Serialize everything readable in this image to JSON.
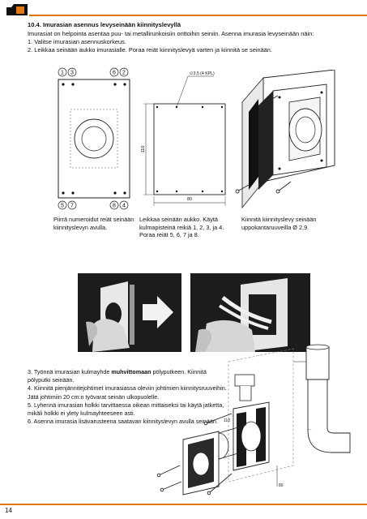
{
  "header": {
    "accent_color": "#e07a10"
  },
  "section": {
    "heading": "10.4. Imurasian asennus levyseinään kiinnityslevyllä",
    "intro_lines": [
      "Imurasiat on helpointa asentaa puu- tai metallirunkoisiin onttoihin seiniin. Asenna imurasia levyseinään näin:",
      "1. Valitse imurasian asennuskorkeus.",
      "2. Leikkaa seinään aukko imurasialle. Poraa reiät kiinnityslevyä varten ja kiinnitä se seinään."
    ]
  },
  "diagram1": {
    "numbers_top": [
      "1",
      "3",
      "6",
      "2"
    ],
    "numbers_bottom": [
      "5",
      "7",
      "8",
      "4"
    ]
  },
  "diagram2": {
    "hole_label": "∅3,5 (4 KPL)",
    "height_label": "110",
    "width_label": "80"
  },
  "captions": {
    "c1": "Piirrä numeroidut reiät seinään kiinnityslevyn avulla.",
    "c2": "Leikkaa seinään aukko. Käytä kulmapisteinä reikiä 1, 2, 3, ja 4. Poraa reiät 5, 6, 7 ja 8.",
    "c3": "Kiinnitä kiinnityslevy seinään uppokantaruuveilla Ø 2,9."
  },
  "steps": {
    "s3_pre": "3. Työnnä imurasian kulmayhde ",
    "s3_bold": "muhvittomaan",
    "s3_post": " pölyputkeen. Kiinnitä pölyputki seinään.",
    "s4": "4. Kiinnitä pienjännitejohtimet imurasiassa oleviin johtimien kiinnitysruuveihin. Jätä johtimiin 20 cm:n työvarat seinän ulkopuolelle.",
    "s5": "5. Lyhennä imurasian holkki tarvittaessa oikean mittaiseksi tai käytä jatketta, mikäli holkki ei ylety kulmayhteeseen asti.",
    "s6": "6. Asenna imurasia lisävarusteena saatavan kiinnityslevyn avulla seinään."
  },
  "explode": {
    "dim_a": "110",
    "dim_b": "80"
  },
  "footer": {
    "page_number": "14"
  }
}
